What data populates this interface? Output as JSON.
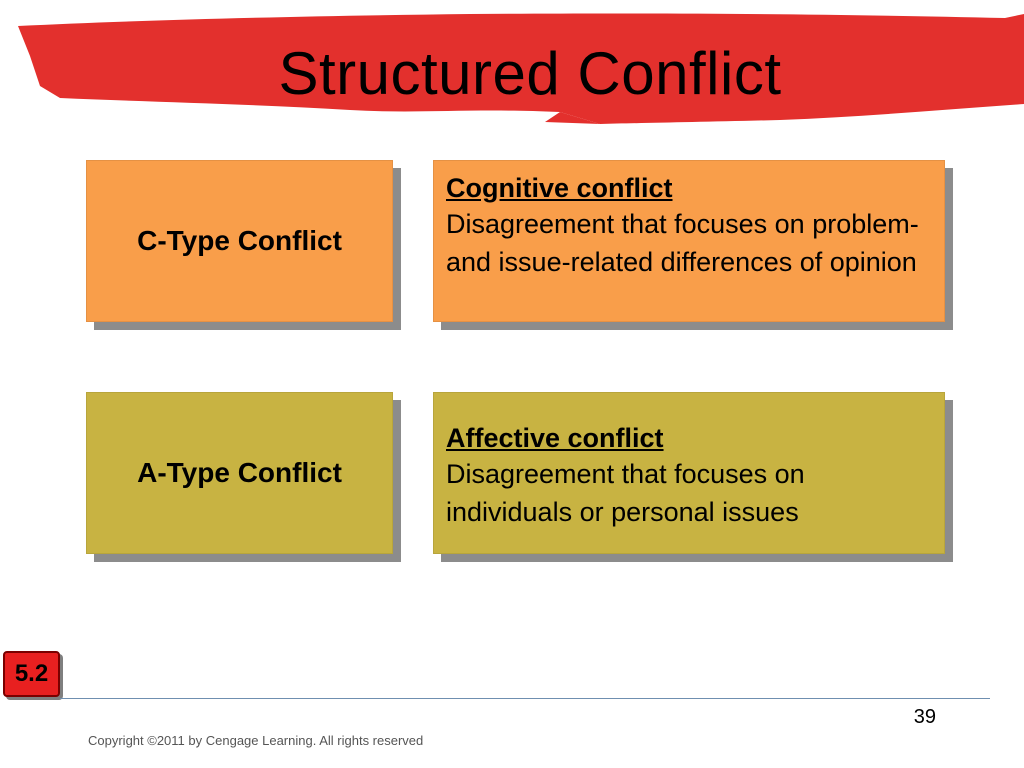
{
  "slide": {
    "title": "Structured Conflict",
    "accent_color": "#e3302d"
  },
  "rows": [
    {
      "label": "C-Type Conflict",
      "heading": "Cognitive conflict",
      "description": "Disagreement that focuses on problem- and issue-related differences of opinion",
      "color": "#f99e4a"
    },
    {
      "label": "A-Type Conflict",
      "heading": "Affective conflict",
      "description": "Disagreement that focuses on individuals or personal issues",
      "color": "#c8b342"
    }
  ],
  "footer": {
    "section_badge": "5.2",
    "page_number": "39",
    "copyright": "Copyright ©2011 by Cengage Learning.  All rights reserved"
  }
}
